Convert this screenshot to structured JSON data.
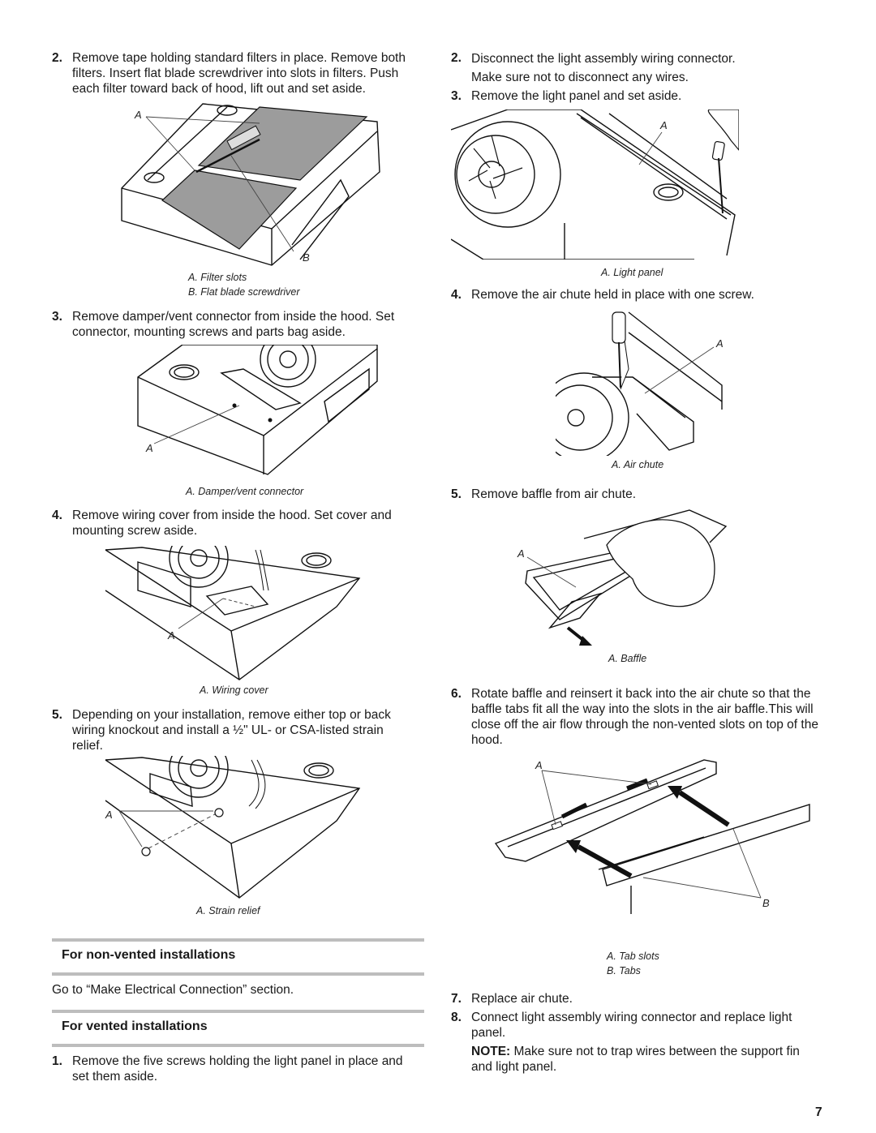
{
  "left": {
    "steps": [
      {
        "num": "2.",
        "text": "Remove tape holding standard filters in place. Remove both filters. Insert flat blade screwdriver into slots in filters. Push each filter toward back of hood, lift out and set aside."
      },
      {
        "num": "3.",
        "text": "Remove damper/vent connector from inside the hood. Set connector, mounting screws and parts bag aside."
      },
      {
        "num": "4.",
        "text": "Remove wiring cover from inside the hood. Set cover and mounting screw aside."
      },
      {
        "num": "5.",
        "text": "Depending on your installation, remove either top or back wiring knockout and install a ½\" UL- or CSA-listed strain relief."
      }
    ],
    "figures": {
      "filters": {
        "label_a": "A",
        "label_b": "B",
        "caption_a": "A. Filter slots",
        "caption_b": "B. Flat blade screwdriver"
      },
      "damper": {
        "label_a": "A",
        "caption": "A. Damper/vent connector"
      },
      "wiring": {
        "label_a": "A",
        "caption": "A. Wiring cover"
      },
      "strain": {
        "label_a": "A",
        "caption": "A. Strain relief"
      }
    },
    "non_vented": {
      "heading": "For non-vented installations",
      "text": "Go to “Make Electrical Connection” section."
    },
    "vented": {
      "heading": "For vented installations",
      "step_num": "1.",
      "step_text": "Remove the five screws holding the light panel in place and set them aside."
    }
  },
  "right": {
    "steps": [
      {
        "num": "2.",
        "text": "Disconnect the light assembly wiring connector. Make sure not to disconnect any wires."
      },
      {
        "num": "3.",
        "text": "Remove the light panel and set aside."
      },
      {
        "num": "4.",
        "text": "Remove the air chute held in place with one screw."
      },
      {
        "num": "5.",
        "text": "Remove baffle from air chute."
      },
      {
        "num": "6.",
        "text": "Rotate baffle and reinsert it back into the air chute so that the baffle tabs fit all the way into the slots in the air baffle.This will close off the air flow through the non-vented slots on top of the hood."
      },
      {
        "num": "7.",
        "text": "Replace air chute."
      },
      {
        "num": "8.",
        "text": "Connect light assembly wiring connector and replace light panel."
      }
    ],
    "note": {
      "label": "NOTE:",
      "text": " Make sure not to trap wires between the support fin and light panel."
    },
    "figures": {
      "light_panel": {
        "label_a": "A",
        "caption": "A. Light panel"
      },
      "air_chute": {
        "label_a": "A",
        "caption": "A. Air chute"
      },
      "baffle": {
        "label_a": "A",
        "caption": "A. Baffle"
      },
      "tabs": {
        "label_a": "A",
        "label_b": "B",
        "caption_a": "A. Tab slots",
        "caption_b": "B. Tabs"
      }
    }
  },
  "page_number": "7"
}
